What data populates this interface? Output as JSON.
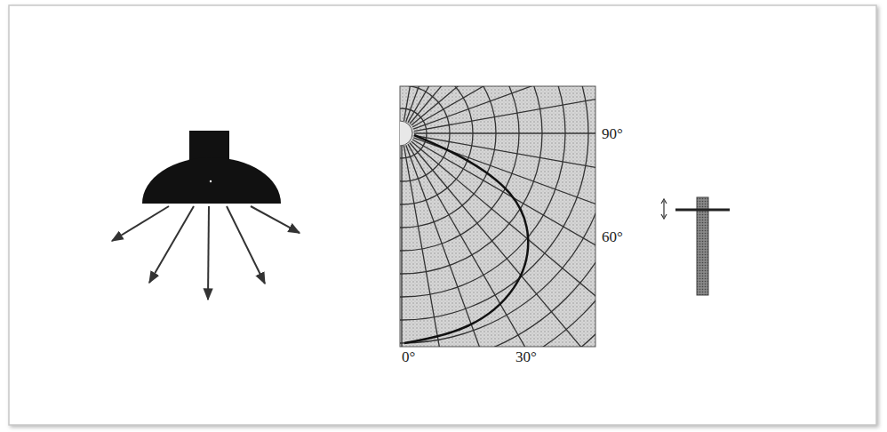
{
  "diagram": {
    "labels": [
      "90°",
      "60°",
      "0°",
      "30°"
    ]
  }
}
